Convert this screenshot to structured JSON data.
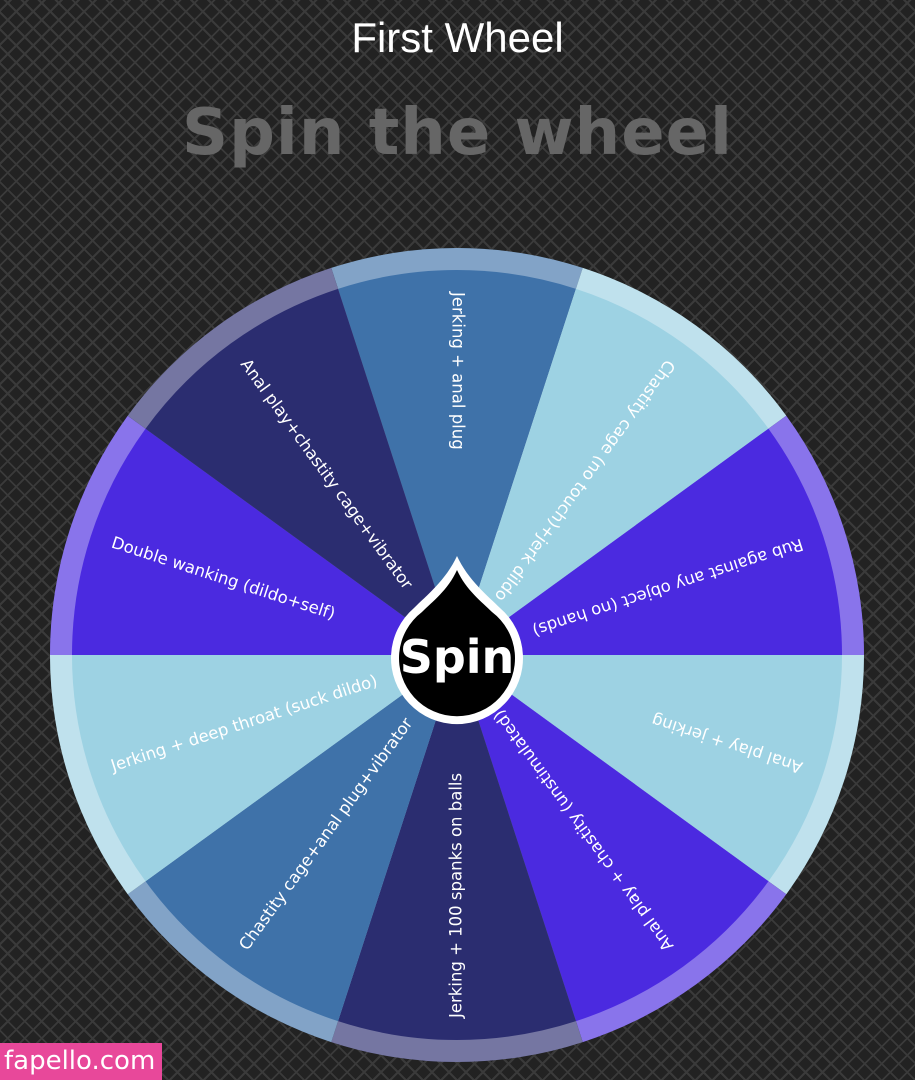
{
  "header": {
    "title": "First Wheel",
    "subtitle": "Spin the wheel"
  },
  "spin_button": {
    "label": "Spin"
  },
  "wheel": {
    "segments": [
      {
        "label": "Jerking + anal plug",
        "color": "#3f72a9"
      },
      {
        "label": "Chastity cage (no touch)+jerk dildo",
        "color": "#9dd2e3"
      },
      {
        "label": "Rub against any object (no hands)",
        "color": "#4b2ae0"
      },
      {
        "label": "Anal play + jerking",
        "color": "#9dd2e3"
      },
      {
        "label": "Anal play + chastity (unstimulated)",
        "color": "#4b2ae0"
      },
      {
        "label": "Jerking + 100 spanks on balls",
        "color": "#2b2d70"
      },
      {
        "label": "Chastity cage+anal plug+vibrator",
        "color": "#3f72a9"
      },
      {
        "label": "Jerking + deep throat (suck dildo)",
        "color": "#9dd2e3"
      },
      {
        "label": "Double wanking (dildo+self)",
        "color": "#4b2ae0"
      },
      {
        "label": "Anal play+chastity cage+vibrator",
        "color": "#2b2d70"
      }
    ]
  },
  "watermark": {
    "text": "fapello.com"
  }
}
